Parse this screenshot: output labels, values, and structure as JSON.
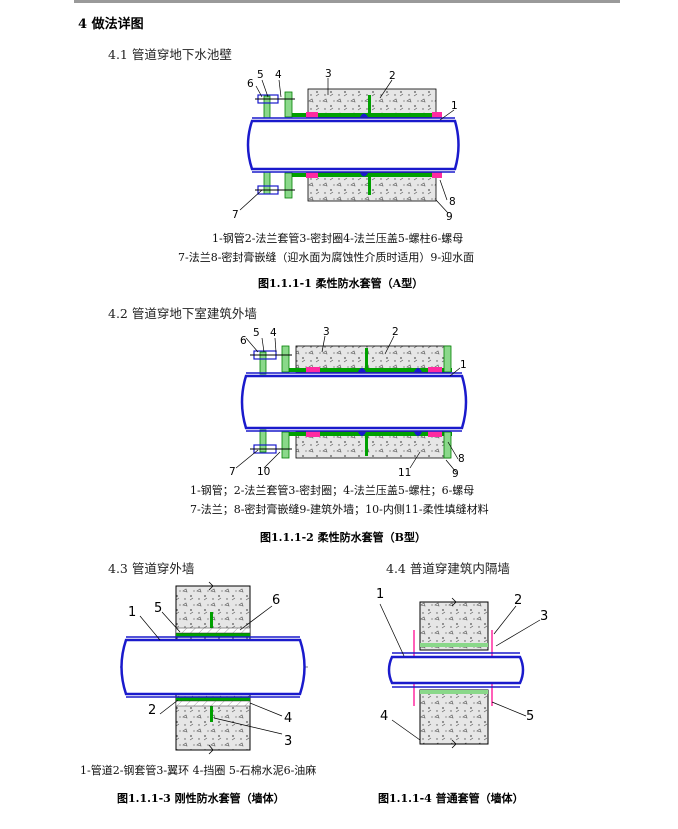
{
  "section_title": "4 做法详图",
  "s1": {
    "heading": "4.1 管道穿地下水池壁",
    "legend_line1": "1-钢管2-法兰套管3-密封圈4-法兰压盖5-螺柱6-螺母",
    "legend_line2": "7-法兰8-密封膏嵌缝（迎水面为腐蚀性介质时适用）9-迎水面",
    "caption": "图1.1.1-1  柔性防水套管（A型）",
    "callouts": [
      "1",
      "2",
      "3",
      "4",
      "5",
      "6",
      "7",
      "8",
      "9"
    ]
  },
  "s2": {
    "heading": "4.2 管道穿地下室建筑外墙",
    "legend_line1": "1-钢管；2-法兰套管3-密封圈；4-法兰压盖5-螺柱；6-螺母",
    "legend_line2": "7-法兰；8-密封膏嵌缝9-建筑外墙；10-内侧11-柔性填缝材料",
    "caption": "图1.1.1-2  柔性防水套管（B型）",
    "callouts": [
      "1",
      "2",
      "3",
      "4",
      "5",
      "6",
      "7",
      "8",
      "9",
      "10",
      "11"
    ]
  },
  "s3": {
    "heading": "4.3 管道穿外墙",
    "legend": "1-管道2-钢套管3-翼环 4-挡圈 5-石棉水泥6-油麻",
    "caption": "图1.1.1-3  刚性防水套管（墙体）",
    "callouts": [
      "1",
      "2",
      "3",
      "4",
      "5",
      "6"
    ]
  },
  "s4": {
    "heading": "4.4 普道穿建筑内隔墙",
    "caption": "图1.1.1-4  普通套管（墙体）",
    "callouts": [
      "1",
      "2",
      "3",
      "4",
      "5"
    ]
  },
  "colors": {
    "pipe": "#1a1acc",
    "sleeve": "#00a000",
    "seal": "#ff2aa0",
    "concrete": "#555555",
    "rule": "#9a9a9a"
  }
}
